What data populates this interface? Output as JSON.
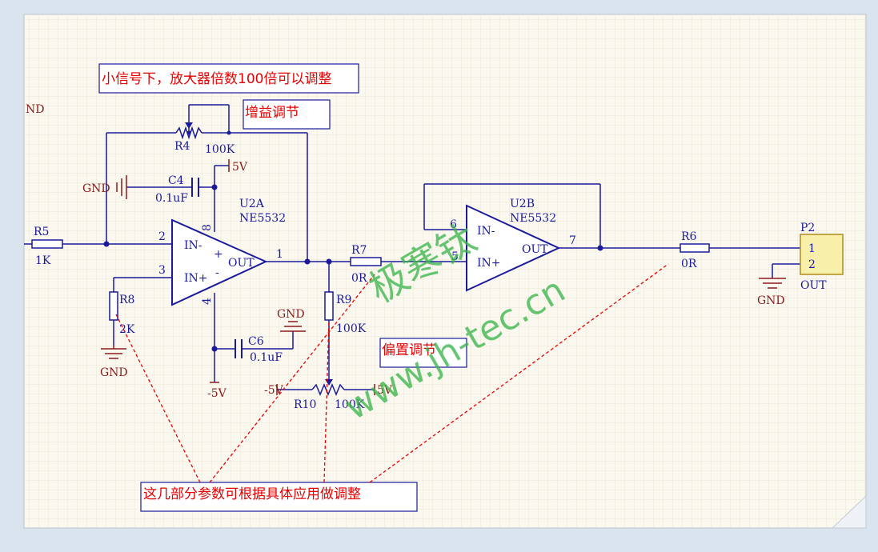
{
  "annotations": {
    "top_note": "小信号下，放大器倍数100倍可以调整",
    "gain": "增益调节",
    "bias": "偏置调节",
    "bottom_note": "这几部分参数可根据具体应用做调整"
  },
  "left_edge_label": "ND",
  "components": {
    "R4": {
      "ref": "R4",
      "value": "100K"
    },
    "R5": {
      "ref": "R5",
      "value": "1K"
    },
    "R6": {
      "ref": "R6",
      "value": "0R"
    },
    "R7": {
      "ref": "R7",
      "value": "0R"
    },
    "R8": {
      "ref": "R8",
      "value": "2K"
    },
    "R9": {
      "ref": "R9",
      "value": "100K"
    },
    "R10": {
      "ref": "R10",
      "value": "100K"
    },
    "C4": {
      "ref": "C4",
      "value": "0.1uF"
    },
    "C6": {
      "ref": "C6",
      "value": "0.1uF"
    },
    "U2A": {
      "ref": "U2A",
      "part": "NE5532",
      "in_minus": "IN-",
      "in_plus": "IN+",
      "out": "OUT",
      "plus_sign": "+",
      "minus_sign": "-"
    },
    "U2B": {
      "ref": "U2B",
      "part": "NE5532",
      "in_minus": "IN-",
      "in_plus": "IN+",
      "out": "OUT"
    },
    "P2": {
      "ref": "P2",
      "pin1": "1",
      "pin2": "2",
      "label": "OUT"
    }
  },
  "pins": {
    "u2a_p2": "2",
    "u2a_p3": "3",
    "u2a_p1": "1",
    "u2a_p8": "8",
    "u2a_p4": "4",
    "u2b_p6": "6",
    "u2b_p5": "5",
    "u2b_p7": "7"
  },
  "power": {
    "gnd": "GND",
    "plus5": "5V",
    "minus5": "-5V"
  },
  "watermark": {
    "line1": "极寒钛",
    "line2": "www.jh-tec.cn"
  },
  "colors": {
    "wire": "#1a1a9a",
    "power": "#8b1a1a",
    "note": "#e60000",
    "watermark": "#3bb54a",
    "connector_fill": "#f7efaa",
    "connector_stroke": "#b08a1a",
    "sheet_bg": "#fbf8f0"
  }
}
